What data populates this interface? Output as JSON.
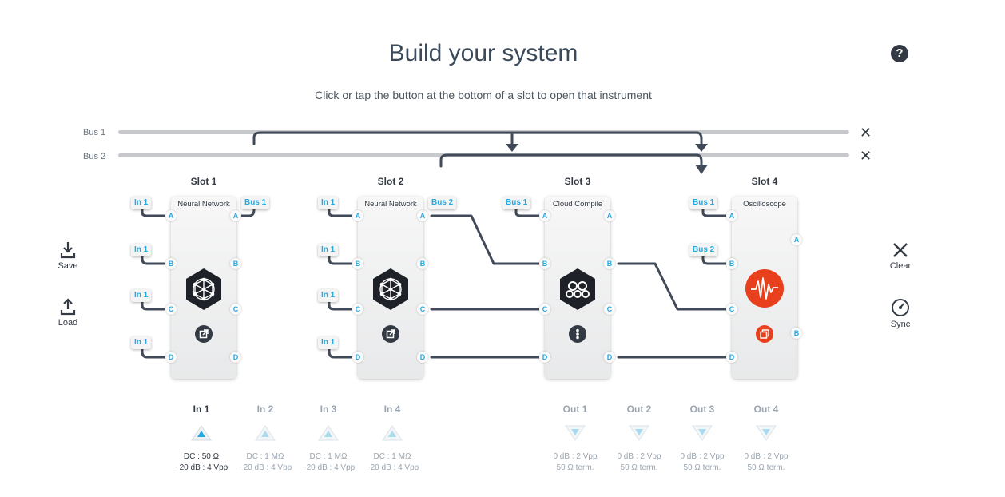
{
  "header": {
    "title": "Build your system",
    "subtitle": "Click or tap the button at the bottom of a slot to open that instrument",
    "help_icon": "?"
  },
  "buses": [
    {
      "label": "Bus 1"
    },
    {
      "label": "Bus 2"
    }
  ],
  "slots": [
    {
      "title": "Slot 1",
      "instrument": "Neural Network",
      "icon": "neural-network-icon",
      "input_tags": [
        "In 1",
        "In 1",
        "In 1",
        "In 1"
      ],
      "output_tags": [
        "Bus 1"
      ]
    },
    {
      "title": "Slot 2",
      "instrument": "Neural Network",
      "icon": "neural-network-icon",
      "input_tags": [
        "In 1",
        "In 1",
        "In 1",
        "In 1"
      ],
      "output_tags": [
        "Bus 2"
      ]
    },
    {
      "title": "Slot 3",
      "instrument": "Cloud Compile",
      "icon": "cloud-compile-icon",
      "input_tags": [
        "Bus 1"
      ],
      "output_tags": []
    },
    {
      "title": "Slot 4",
      "instrument": "Oscilloscope",
      "icon": "oscilloscope-icon",
      "input_tags": [
        "Bus 1",
        "Bus 2"
      ],
      "output_tags": []
    }
  ],
  "ports": {
    "inputs": [
      "A",
      "B",
      "C",
      "D"
    ],
    "outputs": [
      "A",
      "B",
      "C",
      "D"
    ],
    "osc_outputs": [
      "A",
      "B"
    ]
  },
  "side_left": {
    "save": "Save",
    "load": "Load"
  },
  "side_right": {
    "clear": "Clear",
    "sync": "Sync"
  },
  "inputs": [
    {
      "label": "In 1",
      "spec1": "DC : 50 Ω",
      "spec2": "−20 dB : 4 Vpp",
      "active": true
    },
    {
      "label": "In 2",
      "spec1": "DC : 1 MΩ",
      "spec2": "−20 dB : 4 Vpp",
      "active": false
    },
    {
      "label": "In 3",
      "spec1": "DC : 1 MΩ",
      "spec2": "−20 dB : 4 Vpp",
      "active": false
    },
    {
      "label": "In 4",
      "spec1": "DC : 1 MΩ",
      "spec2": "−20 dB : 4 Vpp",
      "active": false
    }
  ],
  "outputs": [
    {
      "label": "Out 1",
      "spec1": "0 dB : 2 Vpp",
      "spec2": "50 Ω term."
    },
    {
      "label": "Out 2",
      "spec1": "0 dB : 2 Vpp",
      "spec2": "50 Ω term."
    },
    {
      "label": "Out 3",
      "spec1": "0 dB : 2 Vpp",
      "spec2": "50 Ω term."
    },
    {
      "label": "Out 4",
      "spec1": "0 dB : 2 Vpp",
      "spec2": "50 Ω term."
    }
  ],
  "colors": {
    "wire": "#414a58",
    "accent": "#2aa9e0",
    "bus": "#c6c8cb",
    "osc": "#e8401c"
  }
}
